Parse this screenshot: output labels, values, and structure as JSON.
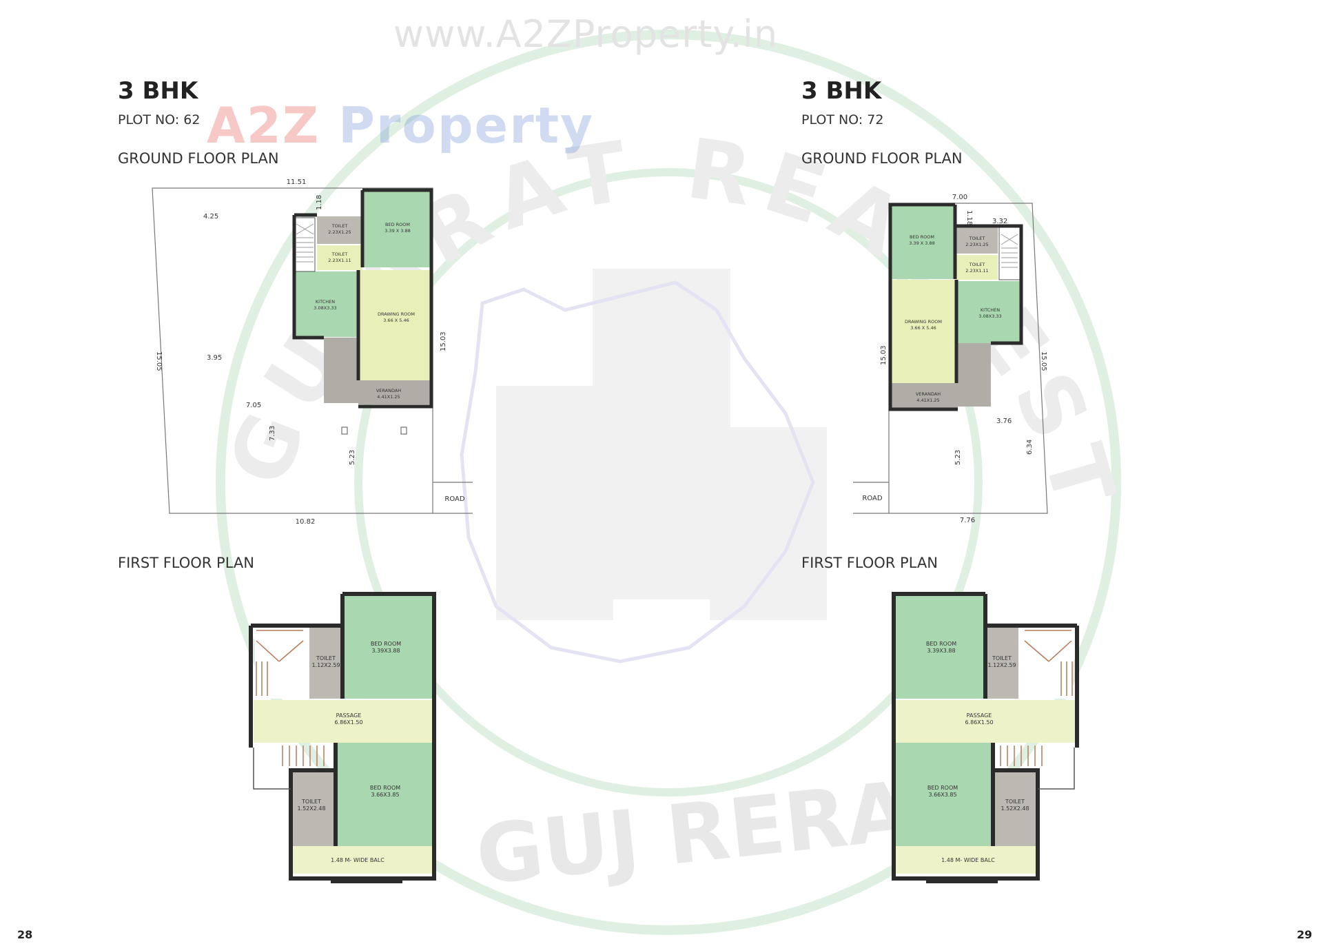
{
  "watermark": {
    "url": "www.A2ZProperty.in",
    "logo_text": "A2Z Property",
    "seal_text_top": "GUJARAT REAL ESTATE REGULATORY AUTHORITY",
    "seal_text_bottom": "GUJ RERA"
  },
  "colors": {
    "bedroom": "#a9d8b0",
    "toilet": "#bcb8b2",
    "drawing": "#e8efb8",
    "passage": "#eef2c8",
    "verandah": "#b0aca6",
    "wall": "#2b2b2b",
    "watermark": "#d9efdd"
  },
  "pages": [
    {
      "title": "3 BHK",
      "plot": "PLOT NO: 62",
      "ground_heading": "GROUND FLOOR PLAN",
      "first_heading": "FIRST FLOOR PLAN",
      "page_number": "28",
      "ground": {
        "dims": {
          "top": "11.51",
          "bottom": "10.82",
          "left": "15.05",
          "right": "15.03",
          "a": "4.25",
          "b": "3.95",
          "c": "7.05",
          "d": "7.33",
          "e": "5.23",
          "f": "1.18"
        },
        "road": "ROAD",
        "rooms": {
          "toilet1": [
            "TOILET",
            "2.23X1.25"
          ],
          "toilet2": [
            "TOILET",
            "2.23X1.11"
          ],
          "bedroom": [
            "BED ROOM",
            "3.39 X 3.88"
          ],
          "kitchen": [
            "KITCHEN",
            "3.08X3.33"
          ],
          "drawing": [
            "DRAWING ROOM",
            "3.66 X 5.46"
          ],
          "verandah": [
            "VERANDAH",
            "4.41X1.25"
          ]
        }
      },
      "first": {
        "rooms": {
          "toilet1": [
            "TOILET",
            "1.12X2.59"
          ],
          "bedroom1": [
            "BED ROOM",
            "3.39X3.88"
          ],
          "passage": [
            "PASSAGE",
            "6.86X1.50"
          ],
          "toilet2": [
            "TOILET",
            "1.52X2.48"
          ],
          "bedroom2": [
            "BED ROOM",
            "3.66X3.85"
          ],
          "balc": "1.48 M- WIDE BALC"
        }
      }
    },
    {
      "title": "3 BHK",
      "plot": "PLOT NO: 72",
      "ground_heading": "GROUND FLOOR PLAN",
      "first_heading": "FIRST FLOOR PLAN",
      "page_number": "29",
      "ground": {
        "dims": {
          "top": "7.00",
          "bottom": "7.76",
          "left": "15.03",
          "right": "15.05",
          "a": "1.18",
          "b": "3.32",
          "c": "3.76",
          "d": "6.34",
          "e": "5.23"
        },
        "road": "ROAD",
        "rooms": {
          "bedroom": [
            "BED ROOM",
            "3.39 X 3.88"
          ],
          "toilet1": [
            "TOILET",
            "2.23X1.25"
          ],
          "toilet2": [
            "TOILET",
            "2.23X1.11"
          ],
          "kitchen": [
            "KITCHEN",
            "3.08X3.33"
          ],
          "drawing": [
            "DRAWING ROOM",
            "3.66 X 5.46"
          ],
          "verandah": [
            "VERANDAH",
            "4.41X1.25"
          ]
        }
      },
      "first": {
        "rooms": {
          "bedroom1": [
            "BED ROOM",
            "3.39X3.88"
          ],
          "toilet1": [
            "TOILET",
            "1.12X2.59"
          ],
          "passage": [
            "PASSAGE",
            "6.86X1.50"
          ],
          "bedroom2": [
            "BED ROOM",
            "3.66X3.85"
          ],
          "toilet2": [
            "TOILET",
            "1.52X2.48"
          ],
          "balc": "1.48 M- WIDE BALC"
        }
      }
    }
  ]
}
